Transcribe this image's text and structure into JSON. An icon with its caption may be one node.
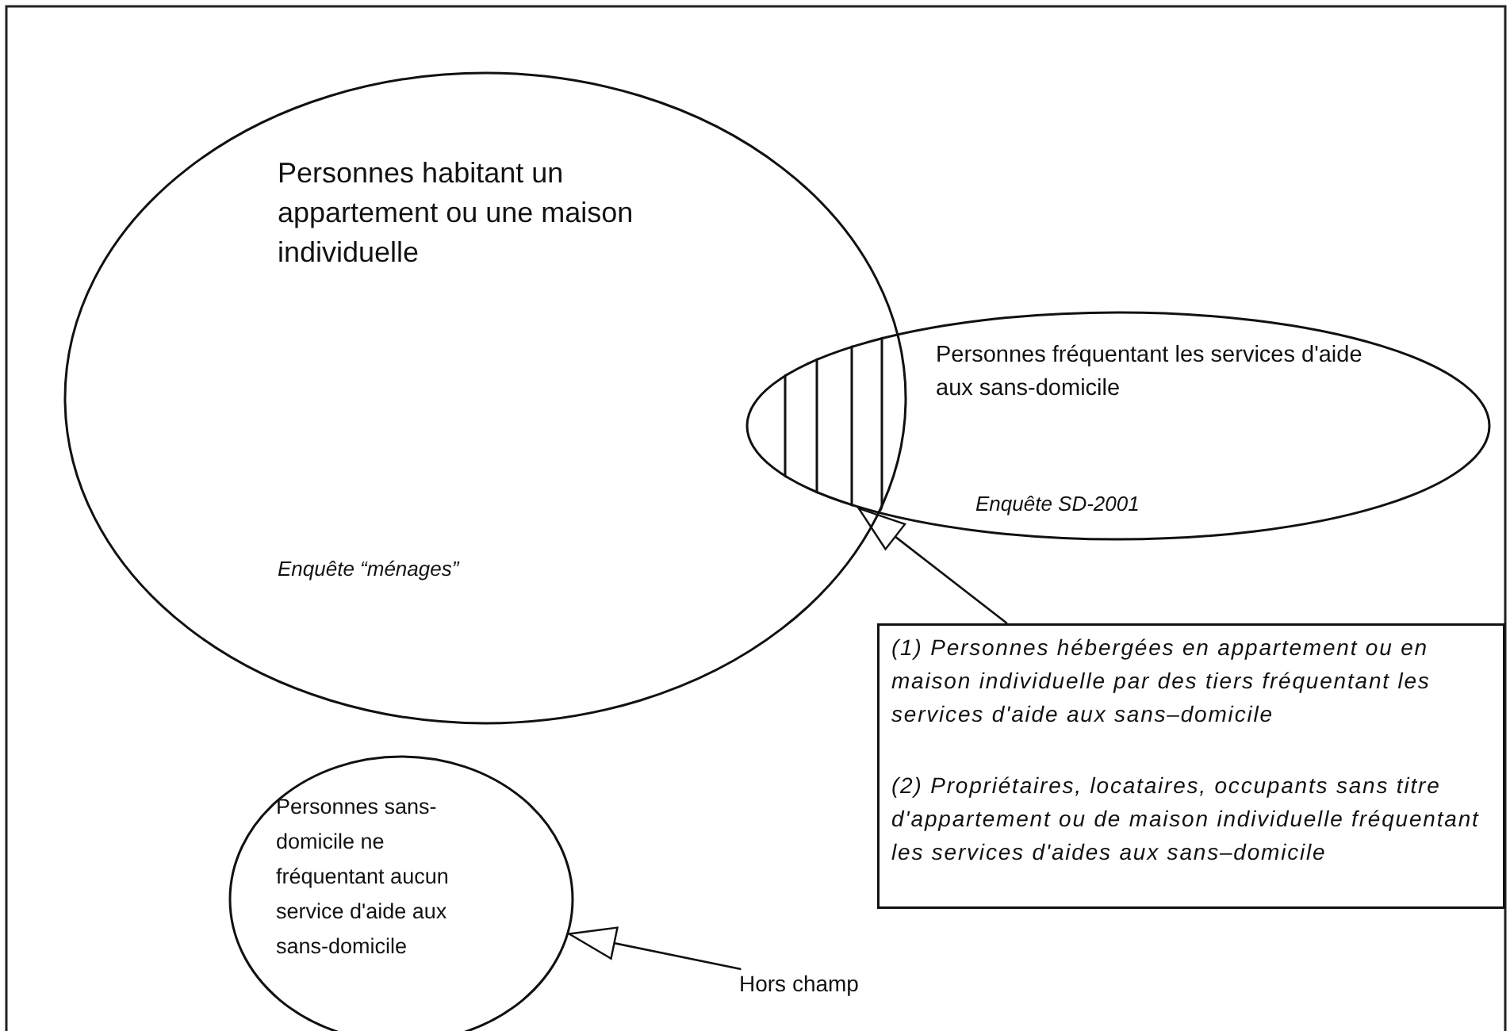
{
  "diagram": {
    "nodes": [
      {
        "text": [
          "Personnes habitant un appartement ou une maison individuelle",
          "Enquête “ménages”"
        ]
      },
      {
        "text": [
          "Personnes fréquentant les services d'aide aux sans-domicile",
          "Enquête SD-2001"
        ]
      },
      {
        "text": [
          "Personnes sans-domicile ne fréquentant aucun service d'aide aux sans-domicile"
        ]
      },
      {
        "text": [
          "(1) Personnes hébergées en appartement ou en maison individuelle par des tiers fréquentant les services d'aide aux sans–domicile",
          "(2) Propriétaires, locataires, occupants sans titre d'appartement ou de maison individuelle fréquentant les services d'aides aux sans–domicile"
        ]
      },
      {
        "text": [
          "Hors champ"
        ]
      }
    ],
    "edges": [
      {
        "from": 3,
        "to": 1,
        "arrow": "to"
      },
      {
        "from": 4,
        "to": 2,
        "arrow": "to"
      }
    ]
  }
}
